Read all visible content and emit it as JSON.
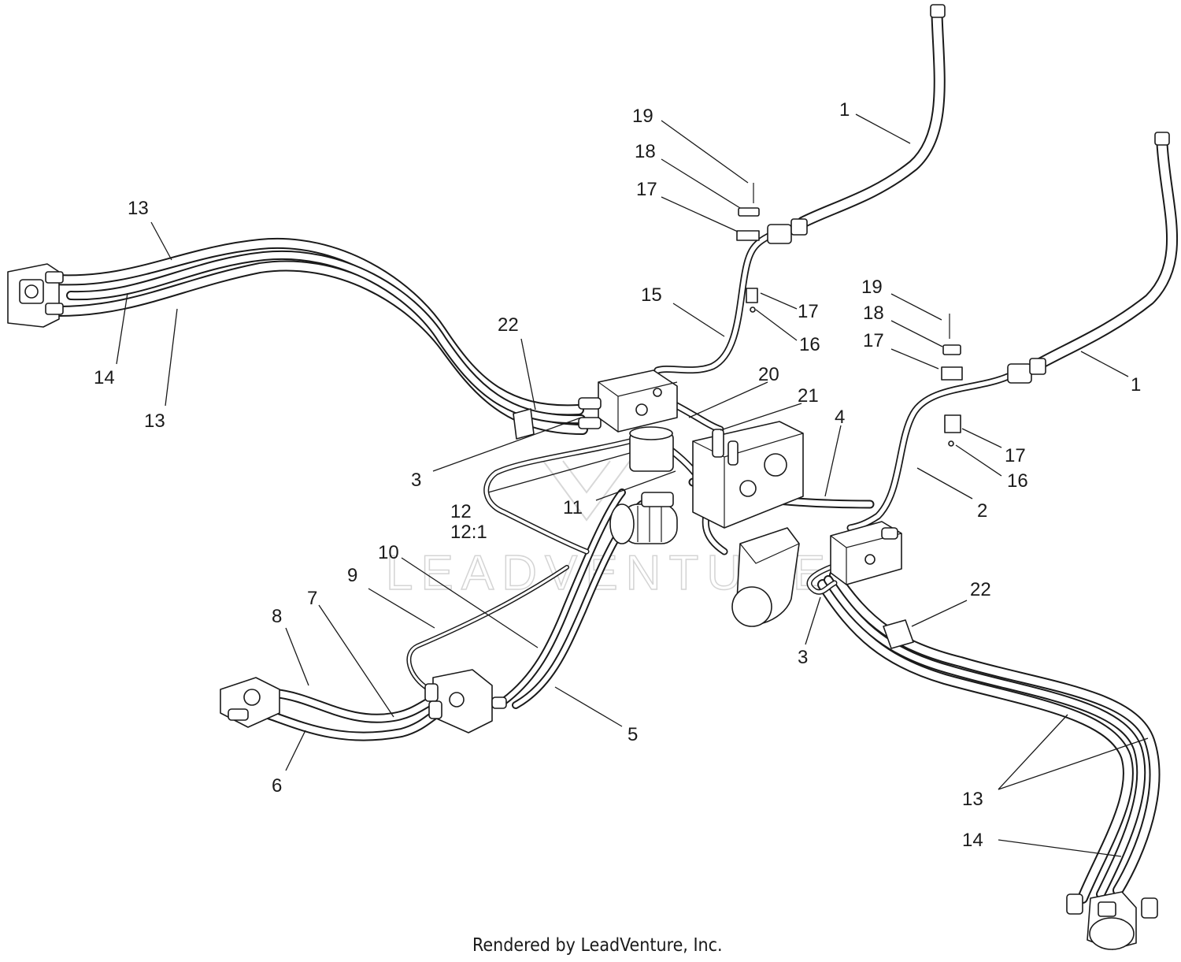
{
  "watermark_text": "LEADVENTURE",
  "footer_text": "Rendered by LeadVenture, Inc.",
  "callouts": [
    {
      "id": "c1a",
      "label": "1"
    },
    {
      "id": "c19a",
      "label": "19"
    },
    {
      "id": "c18a",
      "label": "18"
    },
    {
      "id": "c17a",
      "label": "17"
    },
    {
      "id": "c17b",
      "label": "17"
    },
    {
      "id": "c16a",
      "label": "16"
    },
    {
      "id": "c15",
      "label": "15"
    },
    {
      "id": "c13a",
      "label": "13"
    },
    {
      "id": "c14a",
      "label": "14"
    },
    {
      "id": "c13b",
      "label": "13"
    },
    {
      "id": "c22a",
      "label": "22"
    },
    {
      "id": "c20",
      "label": "20"
    },
    {
      "id": "c21",
      "label": "21"
    },
    {
      "id": "c4",
      "label": "4"
    },
    {
      "id": "c19b",
      "label": "19"
    },
    {
      "id": "c18b",
      "label": "18"
    },
    {
      "id": "c17c",
      "label": "17"
    },
    {
      "id": "c1b",
      "label": "1"
    },
    {
      "id": "c17d",
      "label": "17"
    },
    {
      "id": "c16b",
      "label": "16"
    },
    {
      "id": "c2",
      "label": "2"
    },
    {
      "id": "c3a",
      "label": "3"
    },
    {
      "id": "c12",
      "label": "12"
    },
    {
      "id": "c12-1",
      "label": "12:1"
    },
    {
      "id": "c11",
      "label": "11"
    },
    {
      "id": "c10",
      "label": "10"
    },
    {
      "id": "c9",
      "label": "9"
    },
    {
      "id": "c8",
      "label": "8"
    },
    {
      "id": "c7",
      "label": "7"
    },
    {
      "id": "c6",
      "label": "6"
    },
    {
      "id": "c5",
      "label": "5"
    },
    {
      "id": "c3b",
      "label": "3"
    },
    {
      "id": "c22b",
      "label": "22"
    },
    {
      "id": "c13c",
      "label": "13"
    },
    {
      "id": "c14b",
      "label": "14"
    }
  ]
}
